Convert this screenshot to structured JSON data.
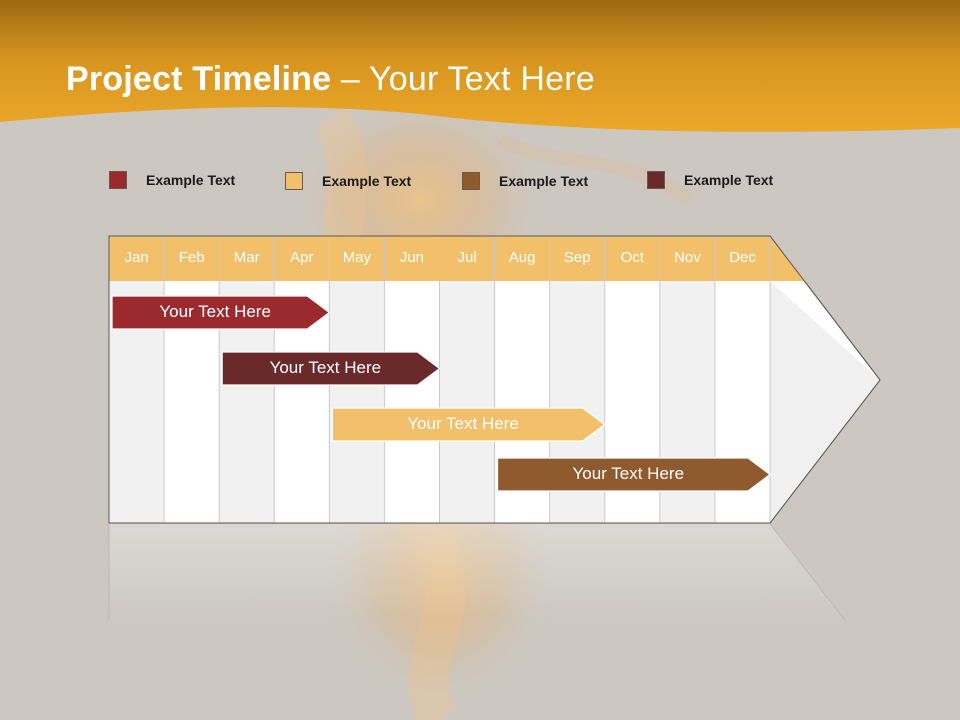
{
  "title": {
    "bold": "Project Timeline",
    "rest": " – Your Text Here"
  },
  "legend": [
    {
      "label": "Example Text",
      "color": "#9b2a2e"
    },
    {
      "label": "Example Text",
      "color": "#f2c06a"
    },
    {
      "label": "Example Text",
      "color": "#8f5a2e"
    },
    {
      "label": "Example Text",
      "color": "#6a2a2c"
    }
  ],
  "months": [
    "Jan",
    "Feb",
    "Mar",
    "Apr",
    "May",
    "Jun",
    "Jul",
    "Aug",
    "Sep",
    "Oct",
    "Nov",
    "Dec"
  ],
  "bars": [
    {
      "label": "Your  Text Here",
      "start_month": 1,
      "end_month": 4.0,
      "color": "#9b2a2e"
    },
    {
      "label": "Your  Text Here",
      "start_month": 3.0,
      "end_month": 6.0,
      "color": "#6a2a2c"
    },
    {
      "label": "Your  Text Here",
      "start_month": 5.0,
      "end_month": 9.0,
      "color": "#f2c06a"
    },
    {
      "label": "Your  Text Here",
      "start_month": 8.0,
      "end_month": 12.0,
      "color": "#8f5a2e"
    }
  ],
  "colors": {
    "header_band": "#e6a226",
    "month_header": "#f2c06a",
    "background": "#ccc8c1"
  }
}
